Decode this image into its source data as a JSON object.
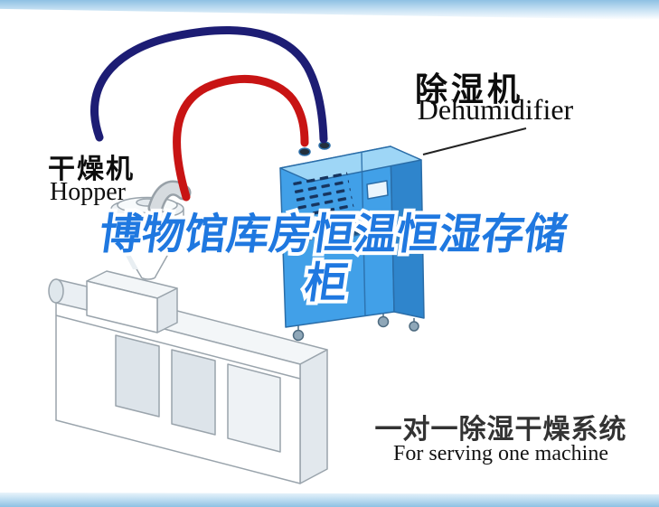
{
  "scene": {
    "title": {
      "line1": "博物馆库房恒温恒湿存储",
      "line2": "柜"
    },
    "machines": {
      "dehumidifier": {
        "label_zh": "除湿机",
        "label_en": "Dehumidifier"
      },
      "hopper": {
        "label_zh": "干燥机",
        "label_en": "Hopper"
      }
    },
    "caption": {
      "line_zh": "一对一除湿干燥系统",
      "line_en": "For serving one machine"
    },
    "colors": {
      "title_blue": "#1f78e0",
      "hose_red": "#c81414",
      "hose_navy": "#1d1d74",
      "cabinet_blue": "#41a0e8",
      "cabinet_blue_dark": "#2f85cc",
      "cabinet_blue_top": "#9ed6f6",
      "caption_text": "#333333"
    }
  }
}
